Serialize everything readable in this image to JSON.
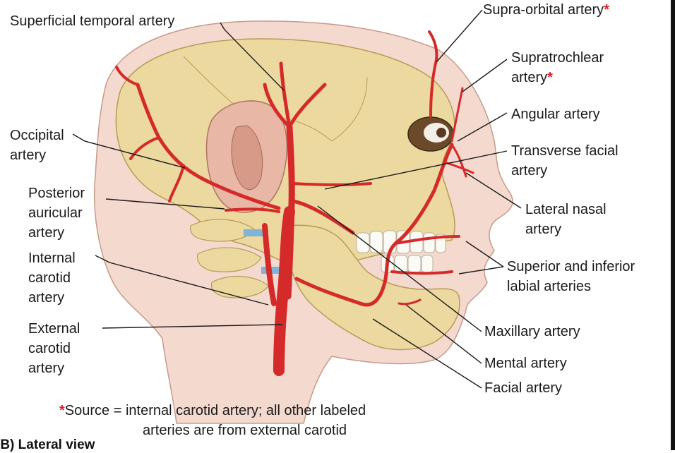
{
  "labels": {
    "superficial_temporal": "Superficial temporal artery",
    "supra_orbital": "Supra-orbital artery",
    "supratrochlear_1": "Supratrochlear",
    "supratrochlear_2": "artery",
    "angular": "Angular artery",
    "transverse_facial_1": "Transverse facial",
    "transverse_facial_2": "artery",
    "occipital_1": "Occipital",
    "occipital_2": "artery",
    "posterior_auricular_1": "Posterior",
    "posterior_auricular_2": "auricular",
    "posterior_auricular_3": "artery",
    "lateral_nasal_1": "Lateral nasal",
    "lateral_nasal_2": "artery",
    "internal_carotid_1": "Internal",
    "internal_carotid_2": "carotid",
    "internal_carotid_3": "artery",
    "labial_1": "Superior and inferior",
    "labial_2": "labial arteries",
    "external_carotid_1": "External",
    "external_carotid_2": "carotid",
    "external_carotid_3": "artery",
    "maxillary": "Maxillary artery",
    "mental": "Mental artery",
    "facial": "Facial artery"
  },
  "star_symbol": "*",
  "footnote": {
    "line1": "Source = internal carotid artery; all other labeled",
    "line2": "arteries are from external carotid"
  },
  "caption": "(B) Lateral view",
  "colors": {
    "artery": "#d42a2a",
    "bone": "#ecd9a0",
    "skin": "#f4d9cf",
    "leader_line": "#1a1a1a",
    "star": "#d9232e"
  }
}
